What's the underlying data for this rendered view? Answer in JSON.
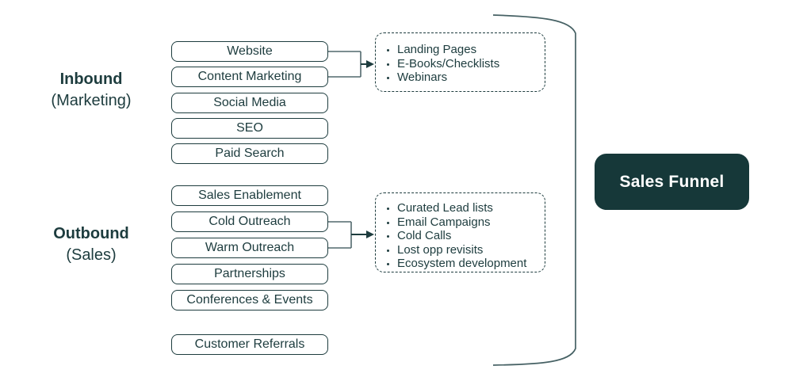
{
  "inbound": {
    "title": "Inbound",
    "subtitle": "(Marketing)",
    "boxes": [
      "Website",
      "Content Marketing",
      "Social Media",
      "SEO",
      "Paid Search"
    ]
  },
  "outbound": {
    "title": "Outbound",
    "subtitle": "(Sales)",
    "boxes": [
      "Sales Enablement",
      "Cold Outreach",
      "Warm Outreach",
      "Partnerships",
      "Conferences & Events"
    ]
  },
  "referrals": {
    "box": "Customer Referrals"
  },
  "inbound_callout": {
    "items": [
      "Landing Pages",
      "E-Books/Checklists",
      "Webinars"
    ]
  },
  "outbound_callout": {
    "items": [
      "Curated Lead lists",
      "Email Campaigns",
      "Cold Calls",
      "Lost opp revisits",
      "Ecosystem development"
    ]
  },
  "funnel": {
    "label": "Sales Funnel"
  },
  "colors": {
    "ink": "#1d3c3e",
    "funnel_background": "#163839",
    "funnel_text": "#ffffff",
    "connector": "#51696d",
    "bracket": "#466164"
  }
}
